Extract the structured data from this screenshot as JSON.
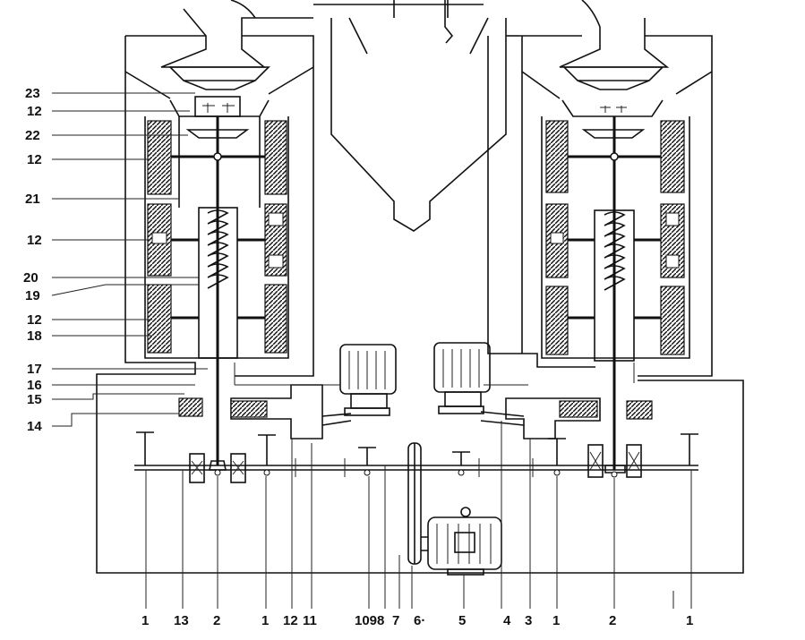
{
  "left_labels": [
    {
      "id": "23",
      "text": "23"
    },
    {
      "id": "12a",
      "text": "12"
    },
    {
      "id": "22",
      "text": "22"
    },
    {
      "id": "12b",
      "text": "12"
    },
    {
      "id": "21",
      "text": "21"
    },
    {
      "id": "12c",
      "text": "12"
    },
    {
      "id": "20",
      "text": "20"
    },
    {
      "id": "19",
      "text": "19"
    },
    {
      "id": "12d",
      "text": "12"
    },
    {
      "id": "18",
      "text": "18"
    },
    {
      "id": "17",
      "text": "17"
    },
    {
      "id": "16",
      "text": "16"
    },
    {
      "id": "15",
      "text": "15"
    },
    {
      "id": "14",
      "text": "14"
    }
  ],
  "bottom_labels": [
    {
      "id": "b1a",
      "text": "1"
    },
    {
      "id": "b13",
      "text": "13"
    },
    {
      "id": "b2a",
      "text": "2"
    },
    {
      "id": "b1b",
      "text": "1"
    },
    {
      "id": "b12",
      "text": "12"
    },
    {
      "id": "b11",
      "text": "11"
    },
    {
      "id": "b1098",
      "text": "1098"
    },
    {
      "id": "b7",
      "text": "7"
    },
    {
      "id": "b6",
      "text": "6·"
    },
    {
      "id": "b5",
      "text": "5"
    },
    {
      "id": "b4",
      "text": "4"
    },
    {
      "id": "b3",
      "text": "3"
    },
    {
      "id": "b1c",
      "text": "1"
    },
    {
      "id": "b2b",
      "text": "2"
    },
    {
      "id": "b1d",
      "text": "1"
    }
  ]
}
